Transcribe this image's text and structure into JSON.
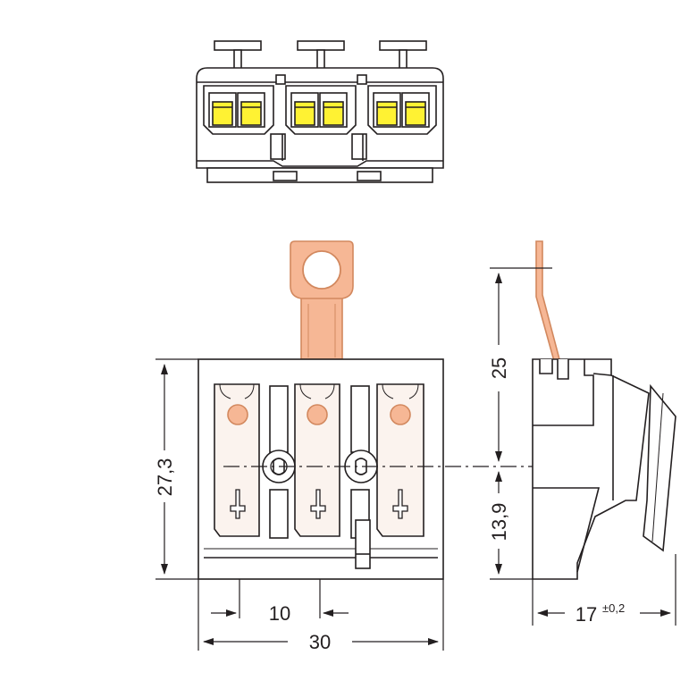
{
  "colors": {
    "outline": "#231f20",
    "terminal": "#f6b795",
    "terminal_stroke": "#d2885e",
    "tab_fill": "#f3e6dc",
    "led": "#fff233",
    "led_mid": "#d9c900",
    "cut_fill": "#fbf3ee"
  },
  "dimensions": {
    "height_front": "27,3",
    "pitch": "10",
    "width": "30",
    "height_upper": "25",
    "height_lower": "13,9",
    "depth": "17",
    "depth_tolerance": "±0,2"
  }
}
